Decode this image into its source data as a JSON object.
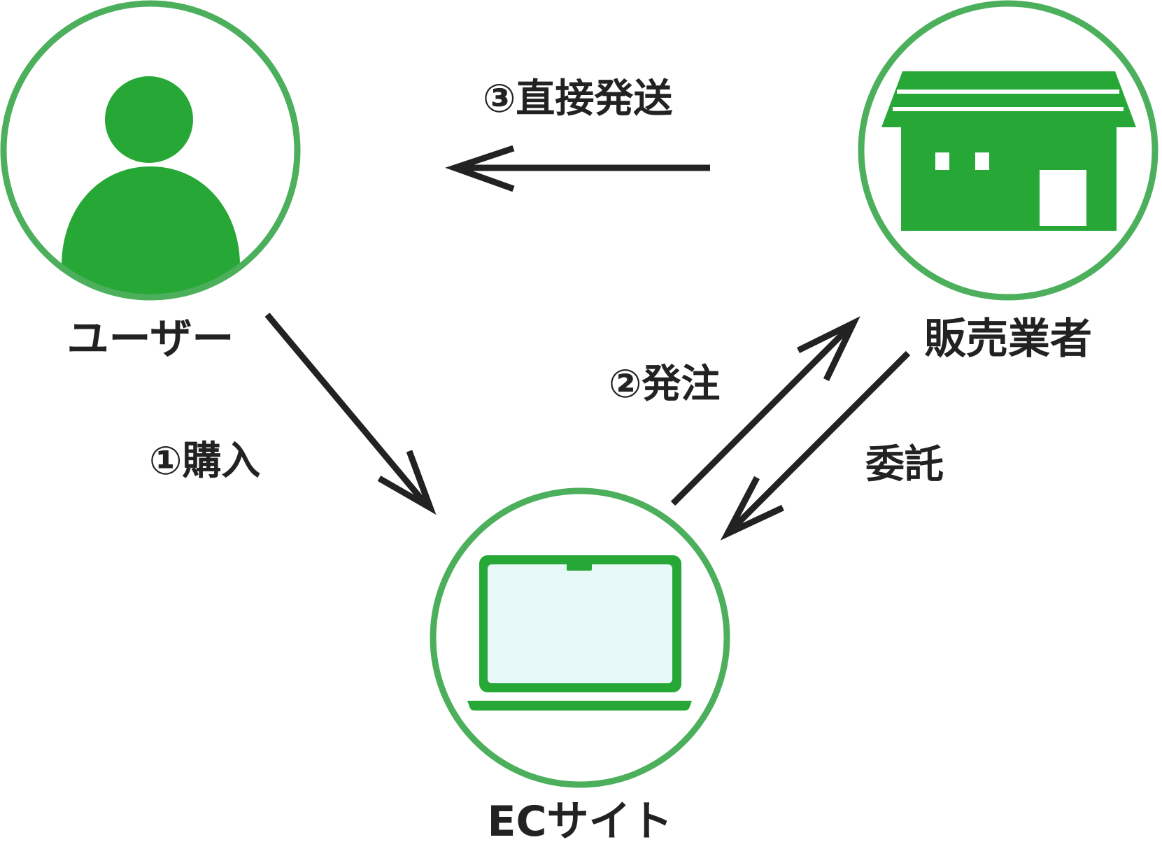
{
  "colors": {
    "ring": "#4caf5c",
    "icon": "#27a836",
    "arrow": "#222222",
    "screen": "#e6f8f7",
    "text": "#222222"
  },
  "nodes": {
    "user": {
      "label": "ユーザー",
      "icon": "person-icon"
    },
    "seller": {
      "label": "販売業者",
      "icon": "store-icon"
    },
    "ec": {
      "label": "ECサイト",
      "icon": "laptop-icon"
    }
  },
  "edges": {
    "purchase": "①購入",
    "order": "②発注",
    "ship": "③直接発送",
    "consign": "委託"
  }
}
